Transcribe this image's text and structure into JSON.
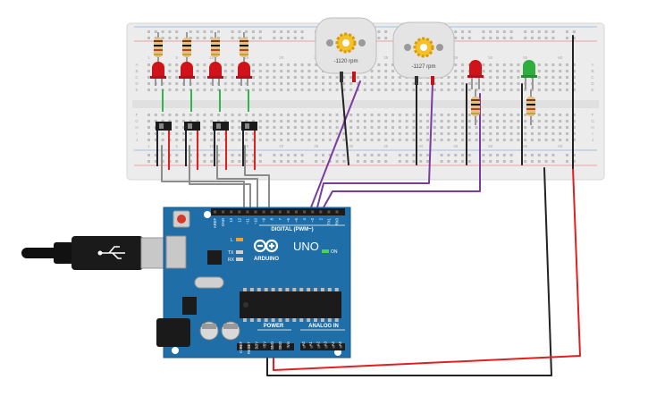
{
  "breadboard": {
    "column_labels": [
      "1",
      "5",
      "10",
      "15",
      "20",
      "25",
      "30",
      "35",
      "40",
      "45",
      "50",
      "55",
      "60"
    ],
    "row_labels_top": [
      "A",
      "B",
      "C",
      "D",
      "E"
    ],
    "row_labels_bottom": [
      "F",
      "G",
      "H",
      "I",
      "J"
    ]
  },
  "motors": [
    {
      "speed_label": "-1120 rpm"
    },
    {
      "speed_label": "-1127 rpm"
    }
  ],
  "arduino": {
    "brand": "ARDUINO",
    "model": "UNO",
    "digital_label": "DIGITAL (PWM~)",
    "power_label": "POWER",
    "analog_label": "ANALOG IN",
    "on_label": "ON",
    "tx_label": "TX",
    "rx_label": "RX",
    "l_label": "L",
    "digital_pins": [
      "AREF",
      "GND",
      "13",
      "12",
      "~11",
      "~10",
      "~9",
      "8",
      "7",
      "~6",
      "~5",
      "4",
      "~3",
      "2",
      "TX1",
      "RX0"
    ],
    "power_pins": [
      "IOREF",
      "RESET",
      "3.3V",
      "5V",
      "GND",
      "GND",
      "Vin"
    ],
    "analog_pins": [
      "A0",
      "A1",
      "A2",
      "A3",
      "A4",
      "A5"
    ]
  },
  "colors": {
    "board_blue": "#1f6ea8",
    "breadboard": "#ececec",
    "wire_red": "#e02020",
    "wire_black": "#222222",
    "wire_purple": "#7a3c9e",
    "wire_gray": "#8c8c8c",
    "wire_green": "#37b24d",
    "led_red": "#d0121b",
    "led_green": "#2fae3f"
  }
}
